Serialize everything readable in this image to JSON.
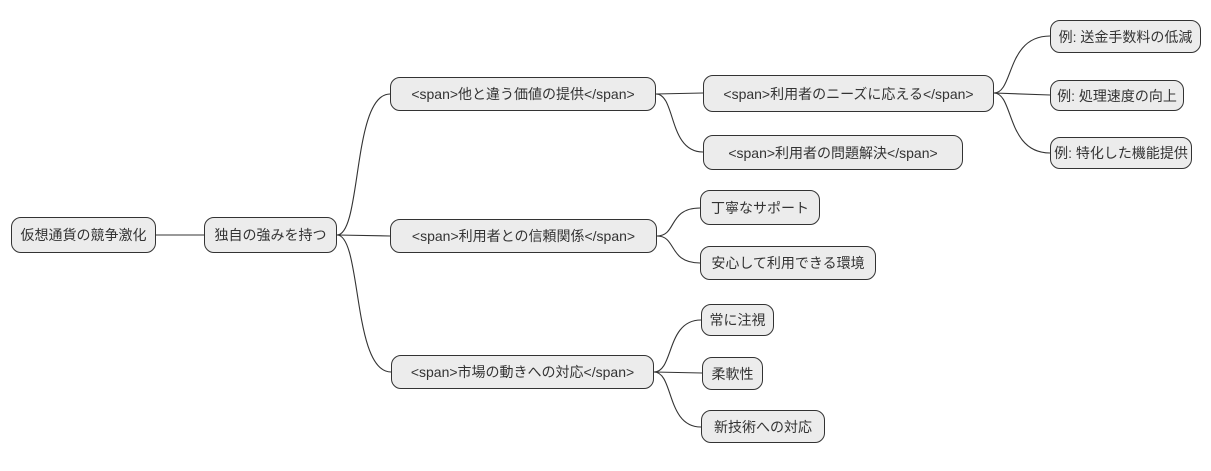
{
  "diagram": {
    "type": "mindmap",
    "direction": "left-to-right",
    "style": {
      "node_fill": "#ececec",
      "node_border": "#333333",
      "edge_color": "#333333",
      "text_color": "#333333",
      "background": "#ffffff"
    },
    "nodes": {
      "root": "仮想通貨の競争激化",
      "strength": "独自の強みを持つ",
      "value": "<span>他と違う価値の提供</span>",
      "trust": "<span>利用者との信頼関係</span>",
      "market": "<span>市場の動きへの対応</span>",
      "needs": "<span>利用者のニーズに応える</span>",
      "problem": "<span>利用者の問題解決</span>",
      "support": "丁寧なサポート",
      "safe_env": "安心して利用できる環境",
      "watch": "常に注視",
      "flexibility": "柔軟性",
      "new_tech": "新技術への対応",
      "ex_fee": "例: 送金手数料の低減",
      "ex_speed": "例: 処理速度の向上",
      "ex_feature": "例: 特化した機能提供"
    },
    "edges": [
      [
        "root",
        "strength"
      ],
      [
        "strength",
        "value"
      ],
      [
        "strength",
        "trust"
      ],
      [
        "strength",
        "market"
      ],
      [
        "value",
        "needs"
      ],
      [
        "value",
        "problem"
      ],
      [
        "trust",
        "support"
      ],
      [
        "trust",
        "safe_env"
      ],
      [
        "market",
        "watch"
      ],
      [
        "market",
        "flexibility"
      ],
      [
        "market",
        "new_tech"
      ],
      [
        "needs",
        "ex_fee"
      ],
      [
        "needs",
        "ex_speed"
      ],
      [
        "needs",
        "ex_feature"
      ]
    ]
  }
}
